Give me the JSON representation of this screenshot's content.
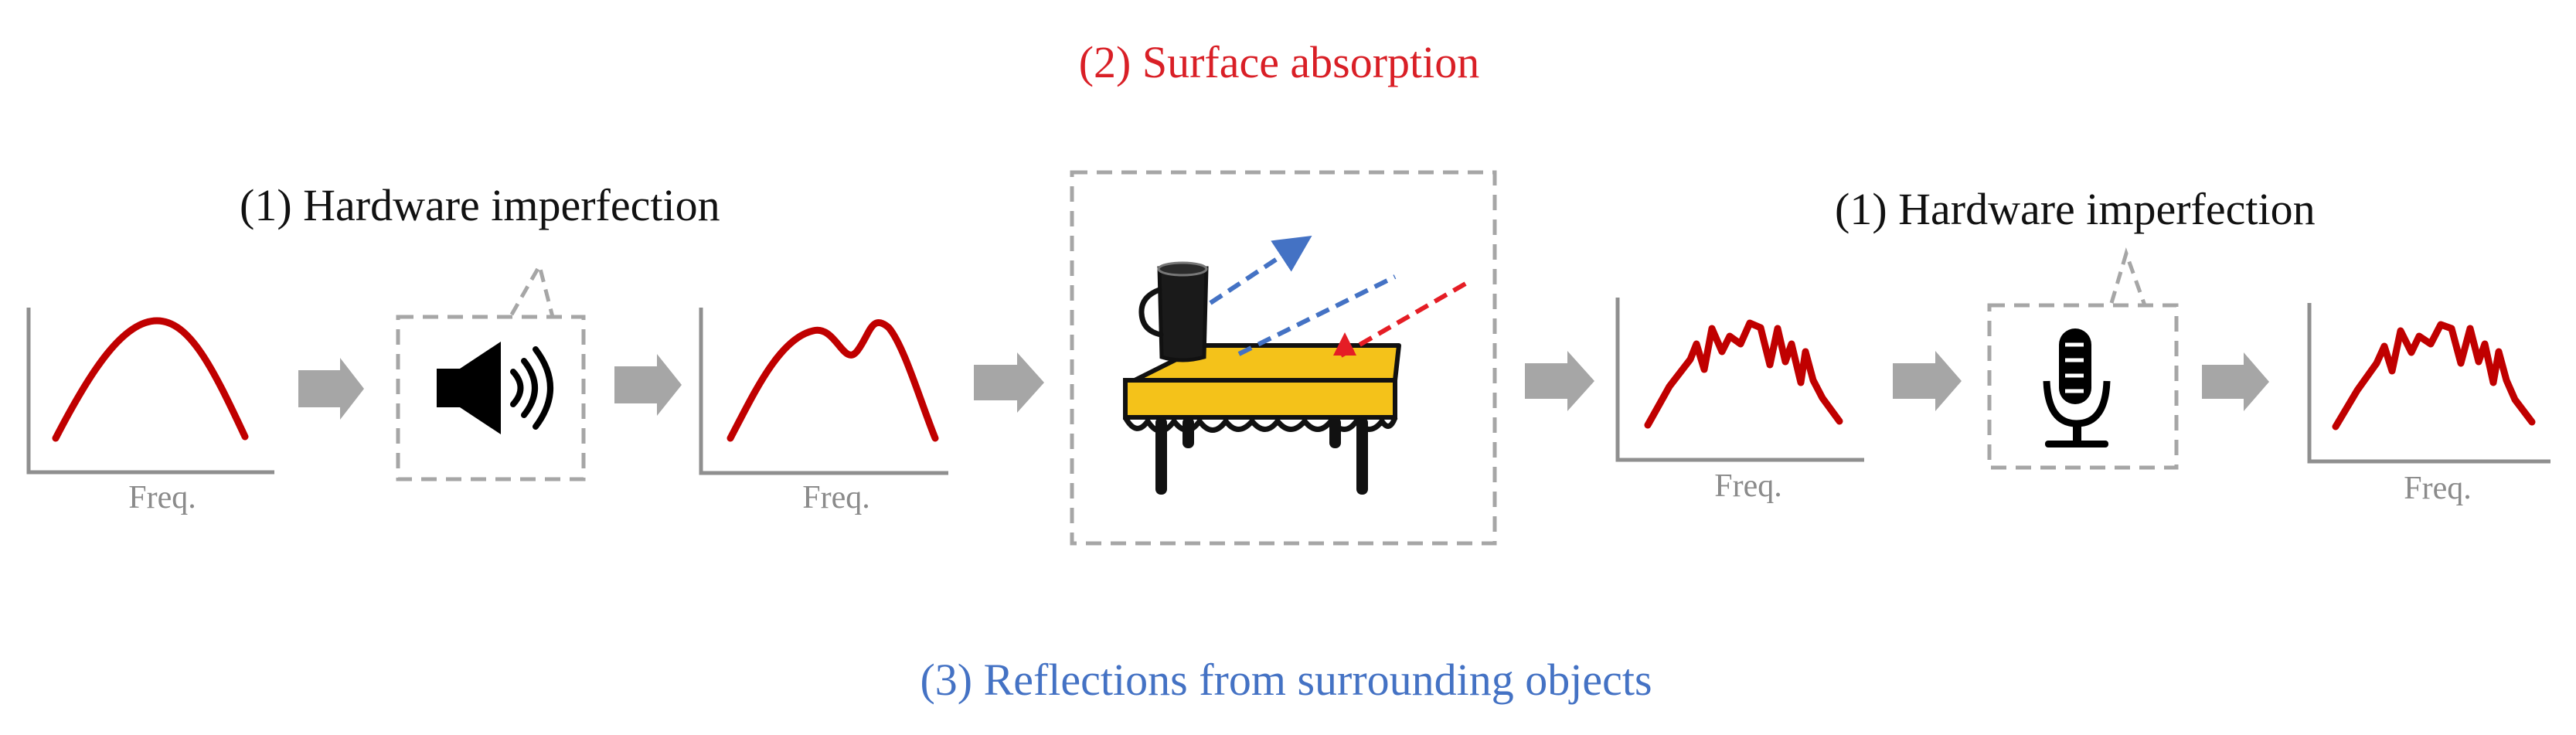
{
  "labels": {
    "surface_absorption": "(2) Surface absorption",
    "hardware_imperfection_left": "(1) Hardware imperfection",
    "hardware_imperfection_right": "(1) Hardware imperfection",
    "reflections": "(3) Reflections from surrounding objects"
  },
  "freq_labels": [
    "Freq.",
    "Freq.",
    "Freq.",
    "Freq."
  ],
  "icons": {
    "speaker": "speaker-icon",
    "table_cup": "table-with-cup-icon",
    "microphone": "microphone-icon"
  },
  "colors": {
    "curve": "#c00000",
    "red_text": "#d91f26",
    "blue_text": "#4472c4",
    "arrow_gray": "#a6a6a6",
    "table_yellow": "#f4c21a"
  }
}
